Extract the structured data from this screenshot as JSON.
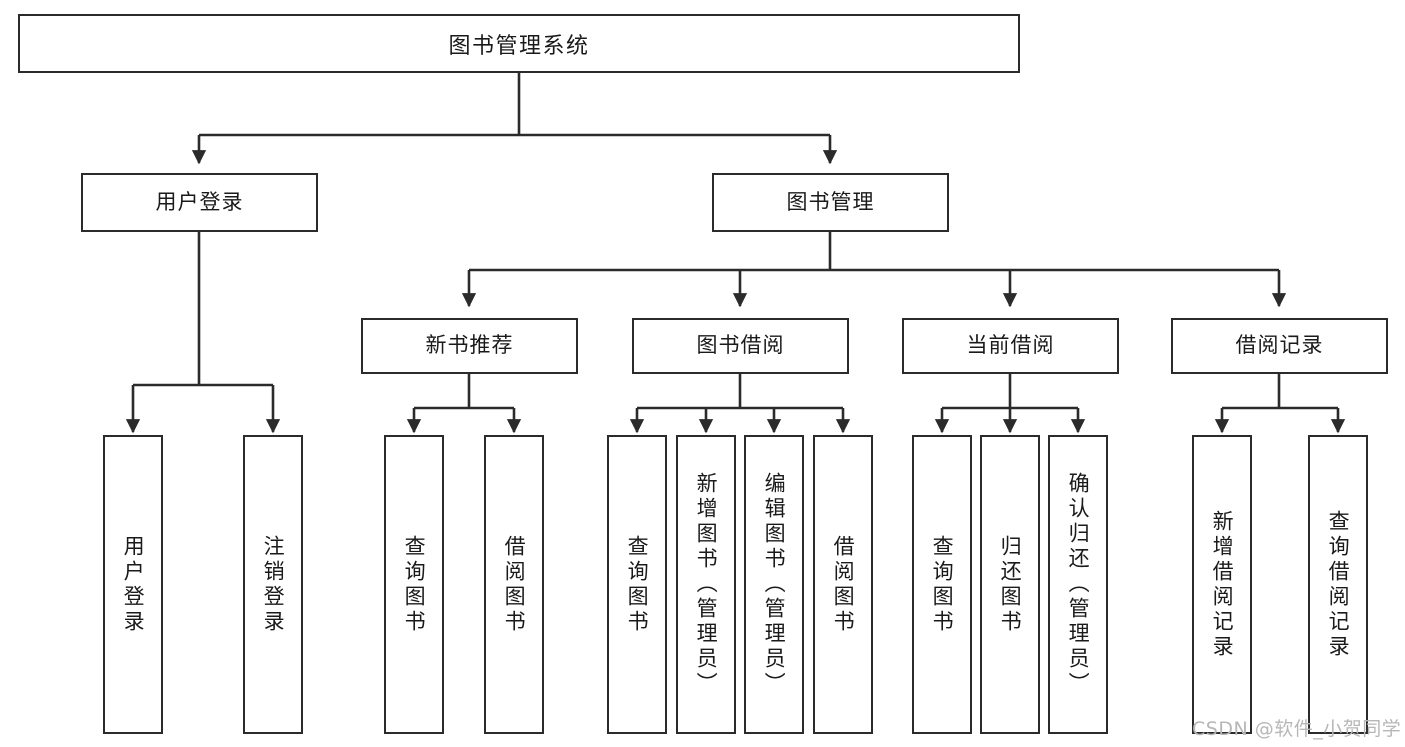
{
  "diagram": {
    "title": "图书管理系统",
    "type": "tree-hierarchy",
    "background_color": "#ffffff",
    "line_color": "#2b2b2b",
    "text_color": "#1a1a1a",
    "watermark": "CSDN @软件_小贺同学",
    "watermark_color": "#b7b7b7"
  },
  "root": {
    "label": "图书管理系统"
  },
  "level2": [
    {
      "id": "user-login",
      "label": "用户登录"
    },
    {
      "id": "book-manage",
      "label": "图书管理"
    }
  ],
  "level3": [
    {
      "id": "new-book-recommend",
      "label": "新书推荐",
      "parent": "book-manage"
    },
    {
      "id": "book-borrow",
      "label": "图书借阅",
      "parent": "book-manage"
    },
    {
      "id": "current-borrow",
      "label": "当前借阅",
      "parent": "book-manage"
    },
    {
      "id": "borrow-record",
      "label": "借阅记录",
      "parent": "book-manage"
    }
  ],
  "leaves": {
    "user-login": [
      {
        "id": "leaf-user-login",
        "label": "用户登录"
      },
      {
        "id": "leaf-logout",
        "label": "注销登录"
      }
    ],
    "new-book-recommend": [
      {
        "id": "leaf-query-book-1",
        "label": "查询图书"
      },
      {
        "id": "leaf-borrow-book-1",
        "label": "借阅图书"
      }
    ],
    "book-borrow": [
      {
        "id": "leaf-query-book-2",
        "label": "查询图书"
      },
      {
        "id": "leaf-add-book",
        "label": "新增图书（管理员）"
      },
      {
        "id": "leaf-edit-book",
        "label": "编辑图书（管理员）"
      },
      {
        "id": "leaf-borrow-book-2",
        "label": "借阅图书"
      }
    ],
    "current-borrow": [
      {
        "id": "leaf-query-book-3",
        "label": "查询图书"
      },
      {
        "id": "leaf-return-book",
        "label": "归还图书"
      },
      {
        "id": "leaf-confirm-return",
        "label": "确认归还（管理员）"
      }
    ],
    "borrow-record": [
      {
        "id": "leaf-add-record",
        "label": "新增借阅记录"
      },
      {
        "id": "leaf-query-record",
        "label": "查询借阅记录"
      }
    ]
  }
}
